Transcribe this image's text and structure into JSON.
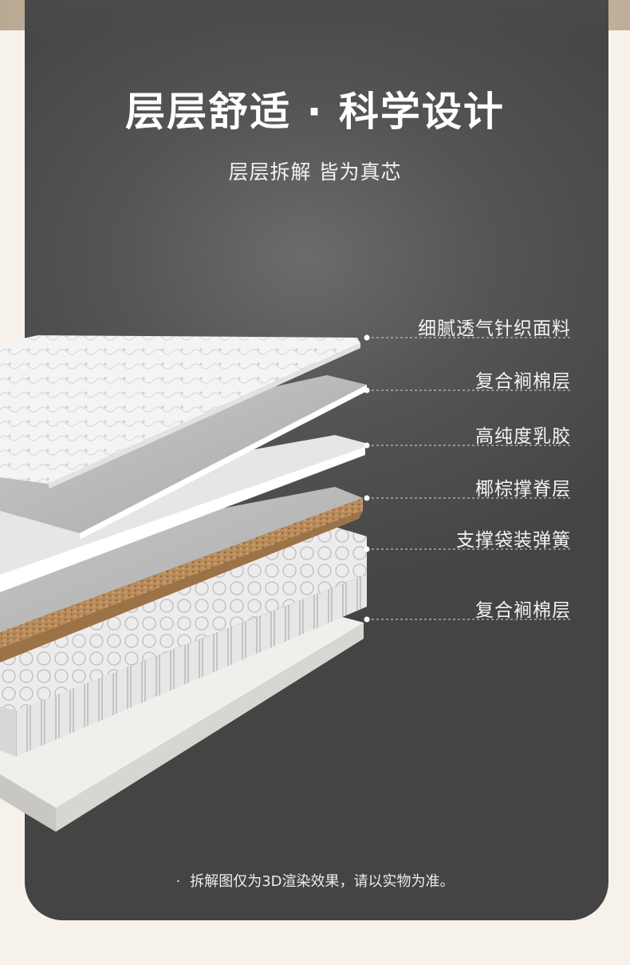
{
  "header": {
    "title": "层层舒适 · 科学设计",
    "subtitle": "层层拆解 皆为真芯"
  },
  "layers": [
    {
      "label": "细腻透气针织面料"
    },
    {
      "label": "复合裥棉层"
    },
    {
      "label": "高纯度乳胶"
    },
    {
      "label": "椰棕撑脊层"
    },
    {
      "label": "支撑袋装弹簧"
    },
    {
      "label": "复合裥棉层"
    }
  ],
  "footnote": {
    "bullet": "·",
    "text": "拆解图仅为3D渲染效果，请以实物为准。"
  },
  "colors": {
    "card_background": "#555555",
    "page_background": "#f6f2ea",
    "coir": "#b98b5a",
    "fabric": "#f3f3f3"
  }
}
